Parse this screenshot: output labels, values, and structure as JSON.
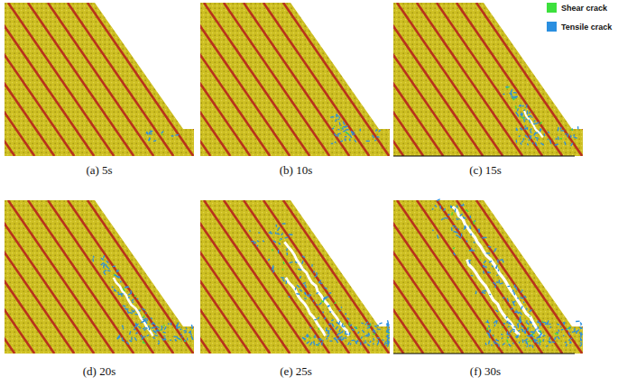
{
  "diagram": {
    "labels": [
      "(a) 5s",
      "(b) 10s",
      "(c) 15s",
      "(d) 20s",
      "(e) 25s",
      "(f) 30s"
    ],
    "legend": [
      {
        "text": "Shear crack",
        "color": "#3de03d"
      },
      {
        "text": "Tensile crack",
        "color": "#2a8fe0"
      }
    ]
  }
}
